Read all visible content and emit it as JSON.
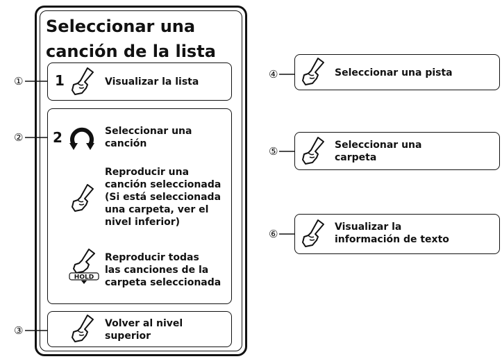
{
  "title_line1": "Seleccionar una",
  "title_line2": "canción de la lista",
  "left": {
    "step1": {
      "callout": "①",
      "number": "1",
      "label": "Visualizar la lista"
    },
    "step2": {
      "callout": "②",
      "number": "2",
      "select_song": [
        "Seleccionar una",
        "canción"
      ],
      "play_song": [
        "Reproducir una",
        "canción seleccionada",
        "(Si está seleccionada",
        "una carpeta, ver el",
        "nivel inferior)"
      ],
      "play_all": [
        "Reproducir todas",
        "las canciones de la",
        "carpeta seleccionada"
      ],
      "hold_label": "HOLD"
    },
    "step3": {
      "callout": "③",
      "label": [
        "Volver al nivel",
        "superior"
      ]
    }
  },
  "right": {
    "item4": {
      "callout": "④",
      "label": "Seleccionar una pista"
    },
    "item5": {
      "callout": "⑤",
      "label": [
        "Seleccionar una",
        "carpeta"
      ]
    },
    "item6": {
      "callout": "⑥",
      "label": [
        "Visualizar la",
        "información de texto"
      ]
    }
  },
  "icons": {
    "press": "finger-press-icon",
    "rotate": "rotate-dial-icon",
    "hold": "hold-press-icon"
  }
}
